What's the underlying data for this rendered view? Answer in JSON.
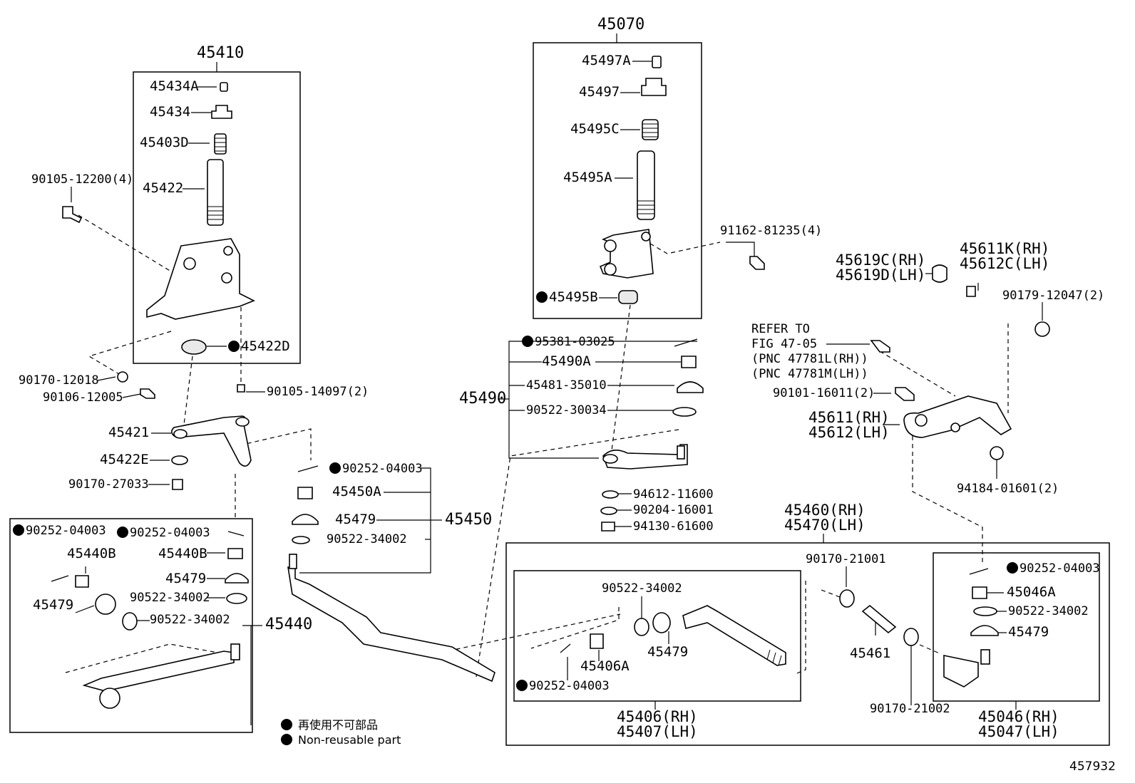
{
  "diagram_id": "457932",
  "legend": {
    "japanese": "再使用不可部品",
    "english": "Non-reusable part"
  },
  "groups": {
    "g45410": "45410",
    "g45070": "45070",
    "g45490": "45490",
    "g45450": "45450",
    "g45440": "45440",
    "g45460": [
      "45460(RH)",
      "45470(LH)"
    ],
    "g45406": [
      "45406(RH)",
      "45407(LH)"
    ],
    "g45046": [
      "45046(RH)",
      "45047(LH)"
    ]
  },
  "labels": {
    "p45434A": "45434A",
    "p45434": "45434",
    "p45403D": "45403D",
    "p45422": "45422",
    "p90105_12200": "90105-12200(4)",
    "p45422D": "45422D",
    "p90170_12018": "90170-12018",
    "p90106_12005": "90106-12005",
    "p90105_14097": "90105-14097(2)",
    "p45421": "45421",
    "p45422E": "45422E",
    "p90170_27033": "90170-27033",
    "p90252_a": "90252-04003",
    "p90252_b": "90252-04003",
    "p45440B_a": "45440B",
    "p45440B_b": "45440B",
    "p45479_a": "45479",
    "p45479_b": "45479",
    "p90522_34002_a": "90522-34002",
    "p90522_34002_b": "90522-34002",
    "p90252_c": "90252-04003",
    "p45450A": "45450A",
    "p45479_c": "45479",
    "p90522_34002_c": "90522-34002",
    "p45497A": "45497A",
    "p45497": "45497",
    "p45495C": "45495C",
    "p45495A": "45495A",
    "p45495B": "45495B",
    "p91162_81235": "91162-81235(4)",
    "p95381_03025": "95381-03025",
    "p45490A": "45490A",
    "p45481_35010": "45481-35010",
    "p90522_30034": "90522-30034",
    "p94612_11600": "94612-11600",
    "p90204_16001": "90204-16001",
    "p94130_61600": "94130-61600",
    "p90522_34002_d": "90522-34002",
    "p45479_d": "45479",
    "p45406A": "45406A",
    "p90252_d": "90252-04003",
    "p90170_21001": "90170-21001",
    "p45461": "45461",
    "p90170_21002": "90170-21002",
    "p90252_e": "90252-04003",
    "p45046A": "45046A",
    "p90522_34002_e": "90522-34002",
    "p45479_e": "45479",
    "p45619": [
      "45619C(RH)",
      "45619D(LH)"
    ],
    "p45611K": [
      "45611K(RH)",
      "45612C(LH)"
    ],
    "p90179_12047": "90179-12047(2)",
    "refer": [
      "REFER TO",
      "FIG 47-05",
      "(PNC 47781L(RH))",
      "(PNC 47781M(LH))"
    ],
    "p90101_16011": "90101-16011(2)",
    "p45611": [
      "45611(RH)",
      "45612(LH)"
    ],
    "p94184_01601": "94184-01601(2)"
  }
}
